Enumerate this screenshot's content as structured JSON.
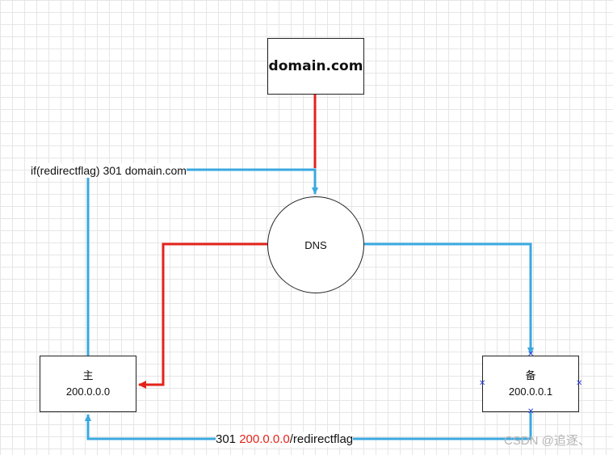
{
  "colors": {
    "red_edge": "#e3231a",
    "blue_edge": "#3aa8e0",
    "grid": "#e6e6e6",
    "marker": "#2b3fd6"
  },
  "nodes": {
    "domain": {
      "label": "domain.com"
    },
    "dns": {
      "label": "DNS"
    },
    "main": {
      "title": "主",
      "ip": "200.0.0.0"
    },
    "backup": {
      "title": "备",
      "ip": "200.0.0.1"
    }
  },
  "edge_labels": {
    "redirect_condition": "if(redirectflag) 301 domain.com",
    "return_prefix": "301 ",
    "return_ip": "200.0.0.0",
    "return_suffix": "/redirectflag"
  },
  "watermark": "CSDN @追逐、",
  "selection_marker_icon": "x-mark-icon"
}
